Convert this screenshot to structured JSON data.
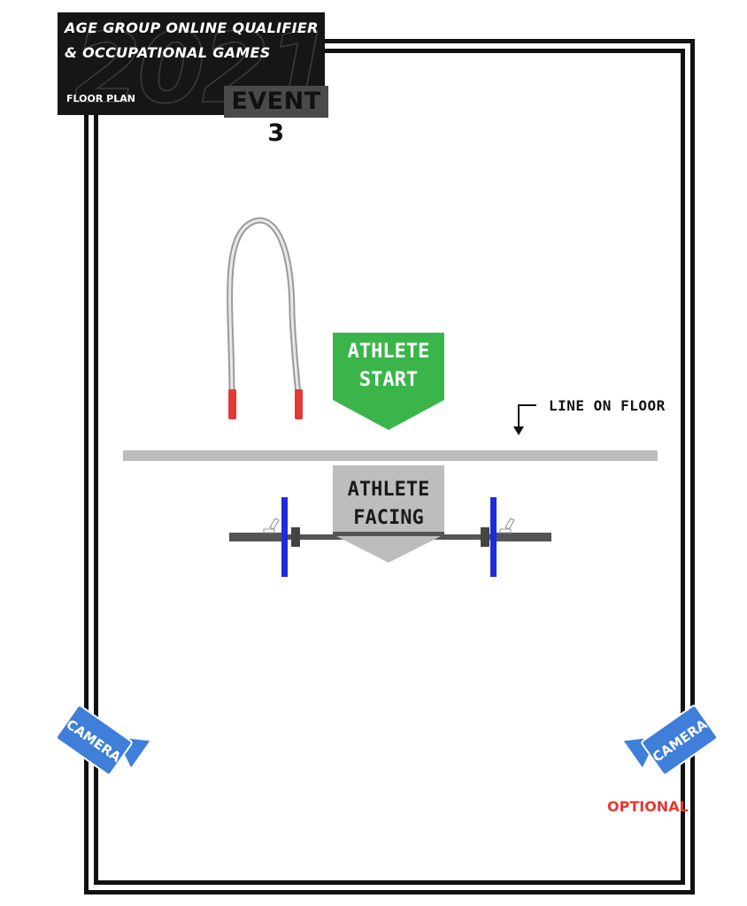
{
  "header": {
    "title_line1": "AGE GROUP ONLINE QUALIFIER",
    "title_line2": "& OCCUPATIONAL GAMES",
    "year": "2021",
    "plan_label": "FLOOR PLAN",
    "event": "EVENT 3"
  },
  "markers": {
    "start_line1": "ATHLETE",
    "start_line2": "START",
    "facing_line1": "ATHLETE",
    "facing_line2": "FACING",
    "start_color": "#3bb54a",
    "facing_color": "#bdbdbd"
  },
  "floor_line_label": "LINE ON FLOOR",
  "cameras": {
    "left_label": "CAMERA",
    "right_label": "CAMERA",
    "right_note": "OPTIONAL",
    "camera_color": "#3f7fd9"
  },
  "equipment": {
    "jump_rope_handle_color": "#e53935",
    "barbell_plate_color": "#1e2bd8"
  }
}
